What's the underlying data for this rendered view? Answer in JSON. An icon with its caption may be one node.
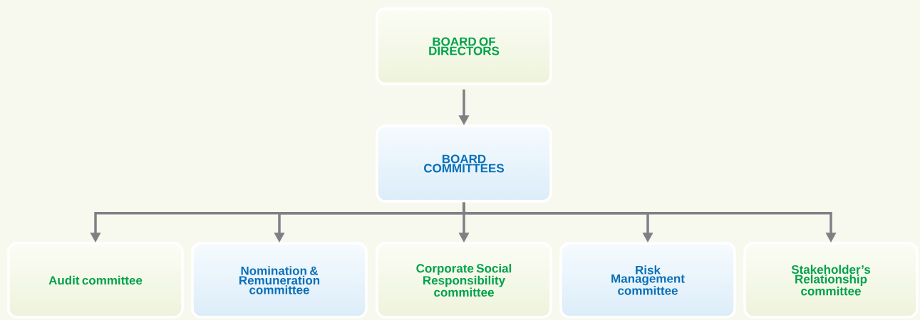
{
  "diagram": {
    "nodes": [
      {
        "text": [
          "BOARD OF DIRECTORS"
        ]
      },
      {
        "text": [
          "BOARD COMMITTEES"
        ]
      },
      {
        "text": [
          "Audit committee"
        ]
      },
      {
        "text": [
          "Nomination & Remuneration committee"
        ]
      },
      {
        "text": [
          "Corporate Social Responsibility committee"
        ]
      },
      {
        "text": [
          "Risk Management committee"
        ]
      },
      {
        "text": [
          "Stakeholder’s Relationship committee"
        ]
      }
    ],
    "edges": [
      {
        "from": 0,
        "to": 1,
        "arrow": "to"
      },
      {
        "from": 1,
        "to": 2,
        "arrow": "to"
      },
      {
        "from": 1,
        "to": 3,
        "arrow": "to"
      },
      {
        "from": 1,
        "to": 4,
        "arrow": "to"
      },
      {
        "from": 1,
        "to": 5,
        "arrow": "to"
      },
      {
        "from": 1,
        "to": 6,
        "arrow": "to"
      }
    ]
  }
}
